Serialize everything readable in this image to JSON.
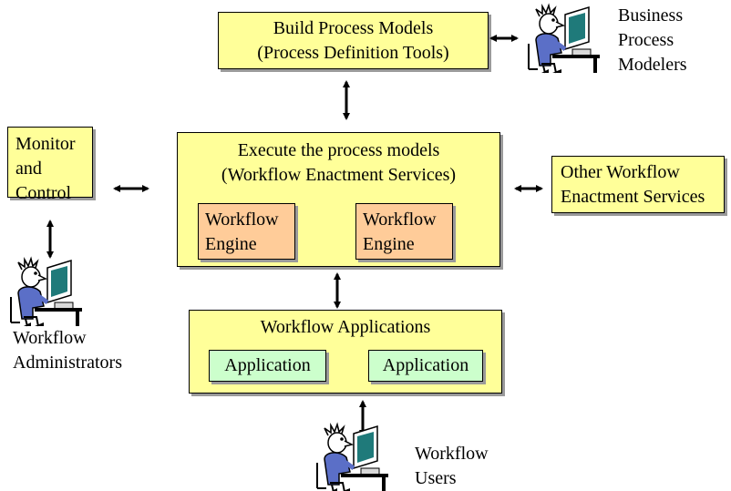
{
  "build": {
    "line1": "Build Process Models",
    "line2": "(Process Definition Tools)"
  },
  "modelers": {
    "line1": "Business",
    "line2": "Process",
    "line3": "Modelers"
  },
  "monitor": {
    "line1": "Monitor",
    "line2": "and",
    "line3": "Control"
  },
  "execute": {
    "line1": "Execute the process models",
    "line2": "(Workflow Enactment Services)"
  },
  "engine1": {
    "line1": "Workflow",
    "line2": "Engine"
  },
  "engine2": {
    "line1": "Workflow",
    "line2": "Engine"
  },
  "other": {
    "line1": "Other Workflow",
    "line2": "Enactment Services"
  },
  "admins": {
    "line1": "Workflow",
    "line2": "Administrators"
  },
  "apps": {
    "title": "Workflow Applications",
    "app1": "Application",
    "app2": "Application"
  },
  "users": {
    "line1": "Workflow",
    "line2": "Users"
  },
  "colors": {
    "process_box": "#ffff99",
    "engine_box": "#ffcc99",
    "application_box": "#ccffcc",
    "shadow": "#9a9a9a"
  },
  "icons": [
    "person-at-computer-icon",
    "double-arrow-icon"
  ]
}
